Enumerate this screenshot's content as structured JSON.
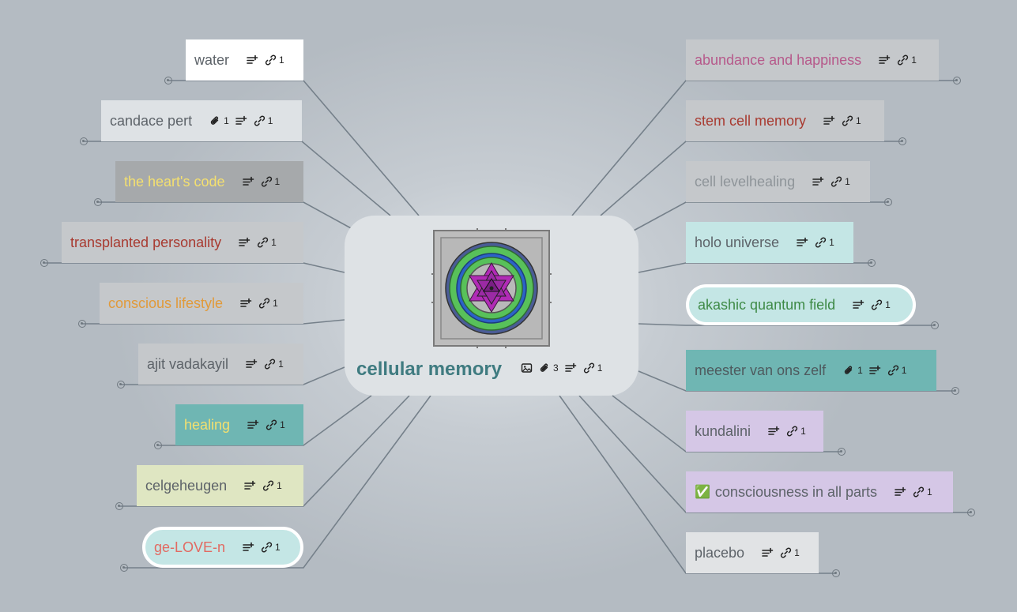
{
  "central": {
    "title": "cellular memory",
    "badges": {
      "attachments": "3",
      "links": "1"
    }
  },
  "left_nodes": [
    {
      "label": "water",
      "links": "1",
      "bg": "#ffffff",
      "color": "#5d6369"
    },
    {
      "label": "candace pert",
      "attachments": "1",
      "links": "1",
      "bg": "#dee2e5",
      "color": "#5d6369"
    },
    {
      "label": "the heart's code",
      "links": "1",
      "bg": "#a6a9ab",
      "color": "#f4e06f"
    },
    {
      "label": "transplanted personality",
      "links": "1",
      "bg": "#c5c8cb",
      "color": "#a83a30"
    },
    {
      "label": "conscious lifestyle",
      "links": "1",
      "bg": "#c5c8cb",
      "color": "#e19a3a"
    },
    {
      "label": "ajit vadakayil",
      "links": "1",
      "bg": "#c5c8cb",
      "color": "#5d6369"
    },
    {
      "label": "healing",
      "links": "1",
      "bg": "#6fb6b3",
      "color": "#f4e06f"
    },
    {
      "label": "celgeheugen",
      "links": "1",
      "bg": "#dfe6c2",
      "color": "#5d6369"
    },
    {
      "label": "ge-LOVE-n",
      "links": "1",
      "bg": "#c4e6e5",
      "color": "#e26a62"
    }
  ],
  "right_nodes": [
    {
      "label": "abundance and happiness",
      "links": "1",
      "bg": "#c5c8cb",
      "color": "#b65a8b"
    },
    {
      "label": "stem cell memory",
      "links": "1",
      "bg": "#c5c8cb",
      "color": "#a83a30"
    },
    {
      "label": "cell levelhealing",
      "links": "1",
      "bg": "#c5c8cb",
      "color": "#8e9499"
    },
    {
      "label": "holo universe",
      "links": "1",
      "bg": "#c4e6e5",
      "color": "#5d6369"
    },
    {
      "label": "akashic quantum field",
      "links": "1",
      "bg": "#c4e6e5",
      "color": "#3e8a46"
    },
    {
      "label": "meester van ons zelf",
      "attachments": "1",
      "links": "1",
      "bg": "#6fb6b3",
      "color": "#4e5a5e"
    },
    {
      "label": "kundalini",
      "links": "1",
      "bg": "#d5c7e6",
      "color": "#5d6369"
    },
    {
      "label": "consciousness in all parts",
      "prefix": "✅",
      "links": "1",
      "bg": "#d5c7e6",
      "color": "#5d6369"
    },
    {
      "label": "placebo",
      "links": "1",
      "bg": "#e1e3e5",
      "color": "#5d6369"
    }
  ],
  "icons": {
    "note": "note-add-icon",
    "link": "link-icon",
    "attachment": "attachment-icon",
    "image": "image-icon",
    "checkmark": "checkmark-icon"
  },
  "colors": {
    "connector": "#75808a",
    "central_title": "#3f7b80",
    "central_bg": "#dee2e5"
  }
}
